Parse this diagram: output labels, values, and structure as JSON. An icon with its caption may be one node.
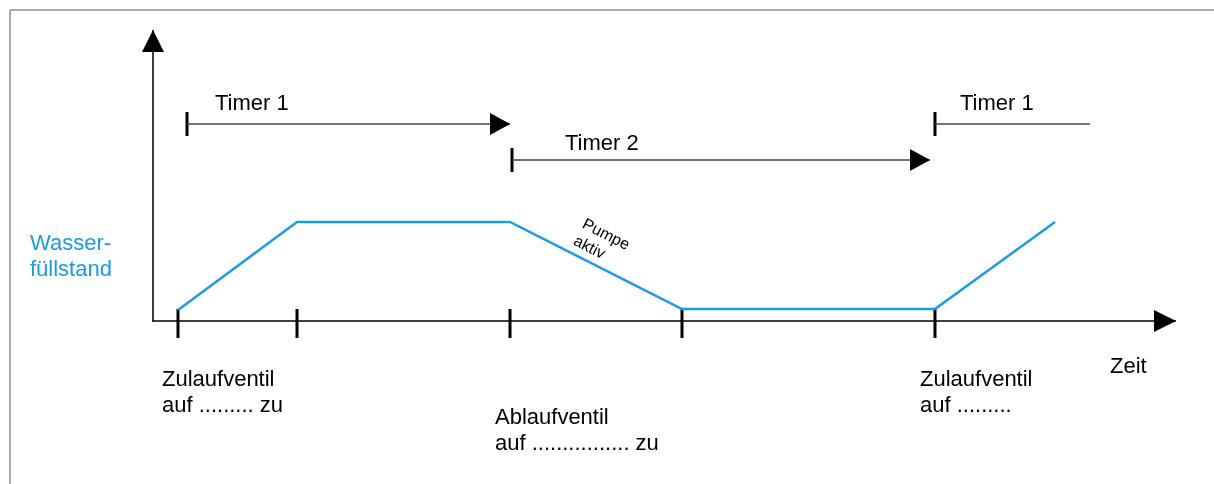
{
  "diagram": {
    "labels": [
      "Timer 1",
      "Timer 1",
      "Timer 2",
      "Wasser- füllstand",
      "Pumpe aktiv",
      "Zeit",
      "Zulaufventil auf ......... zu",
      "Zulaufventil auf .........",
      "Ablaufventil auf ................ zu"
    ]
  }
}
